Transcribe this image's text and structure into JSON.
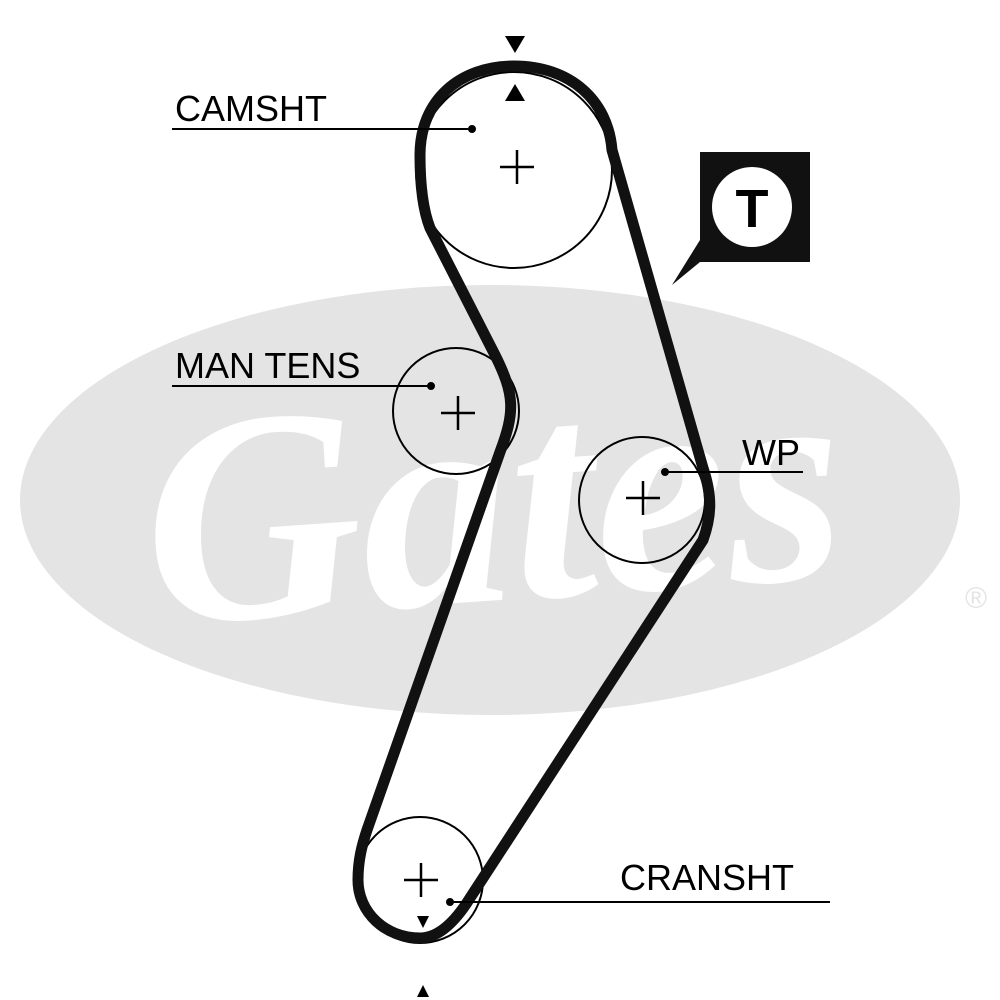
{
  "watermark": {
    "brand": "Gates",
    "registered_mark": "®",
    "color": "#e4e4e4"
  },
  "labels": {
    "camshaft": "CAMSHT",
    "manual_tensioner": "MAN TENS",
    "water_pump": "WP",
    "crankshaft": "CRANSHT",
    "tensioner_badge": "T"
  },
  "colors": {
    "belt": "#111111",
    "line": "#000000",
    "background": "#ffffff"
  }
}
